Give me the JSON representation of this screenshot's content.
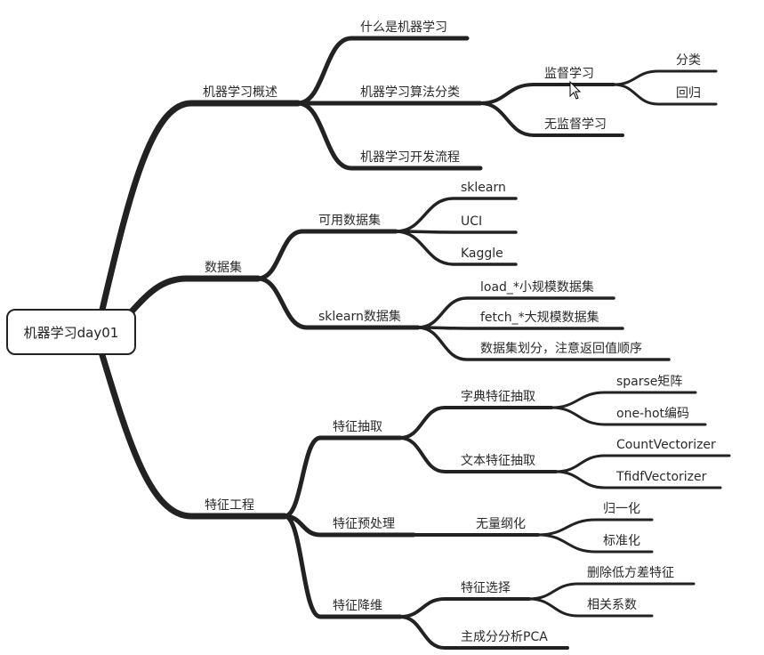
{
  "root": "机器学习day01",
  "nodes": {
    "a": "机器学习概述",
    "a1": "什么是机器学习",
    "a2": "机器学习算法分类",
    "a21": "监督学习",
    "a211": "分类",
    "a212": "回归",
    "a22": "无监督学习",
    "a3": "机器学习开发流程",
    "b": "数据集",
    "b1": "可用数据集",
    "b11": "sklearn",
    "b12": "UCI",
    "b13": "Kaggle",
    "b2": "sklearn数据集",
    "b21": "load_*小规模数据集",
    "b22": "fetch_*大规模数据集",
    "b23": "数据集划分，注意返回值顺序",
    "c": "特征工程",
    "c1": "特征抽取",
    "c11": "字典特征抽取",
    "c111": "sparse矩阵",
    "c112": "one-hot编码",
    "c12": "文本特征抽取",
    "c121": "CountVectorizer",
    "c122": "TfidfVectorizer",
    "c2": "特征预处理",
    "c21": "无量纲化",
    "c211": "归一化",
    "c212": "标准化",
    "c3": "特征降维",
    "c31": "特征选择",
    "c311": "删除低方差特征",
    "c312": "相关系数",
    "c32": "主成分分析PCA"
  },
  "edges": [
    [
      "root",
      "a"
    ],
    [
      "a",
      "a1"
    ],
    [
      "a",
      "a2"
    ],
    [
      "a",
      "a3"
    ],
    [
      "a2",
      "a21"
    ],
    [
      "a2",
      "a22"
    ],
    [
      "a21",
      "a211"
    ],
    [
      "a21",
      "a212"
    ],
    [
      "root",
      "b"
    ],
    [
      "b",
      "b1"
    ],
    [
      "b",
      "b2"
    ],
    [
      "b1",
      "b11"
    ],
    [
      "b1",
      "b12"
    ],
    [
      "b1",
      "b13"
    ],
    [
      "b2",
      "b21"
    ],
    [
      "b2",
      "b22"
    ],
    [
      "b2",
      "b23"
    ],
    [
      "root",
      "c"
    ],
    [
      "c",
      "c1"
    ],
    [
      "c",
      "c2"
    ],
    [
      "c",
      "c3"
    ],
    [
      "c1",
      "c11"
    ],
    [
      "c1",
      "c12"
    ],
    [
      "c11",
      "c111"
    ],
    [
      "c11",
      "c112"
    ],
    [
      "c12",
      "c121"
    ],
    [
      "c12",
      "c122"
    ],
    [
      "c2",
      "c21"
    ],
    [
      "c21",
      "c211"
    ],
    [
      "c21",
      "c212"
    ],
    [
      "c3",
      "c31"
    ],
    [
      "c3",
      "c32"
    ],
    [
      "c31",
      "c311"
    ],
    [
      "c31",
      "c312"
    ]
  ],
  "colors": {
    "line": "#222222",
    "text": "#2a2a2a"
  }
}
